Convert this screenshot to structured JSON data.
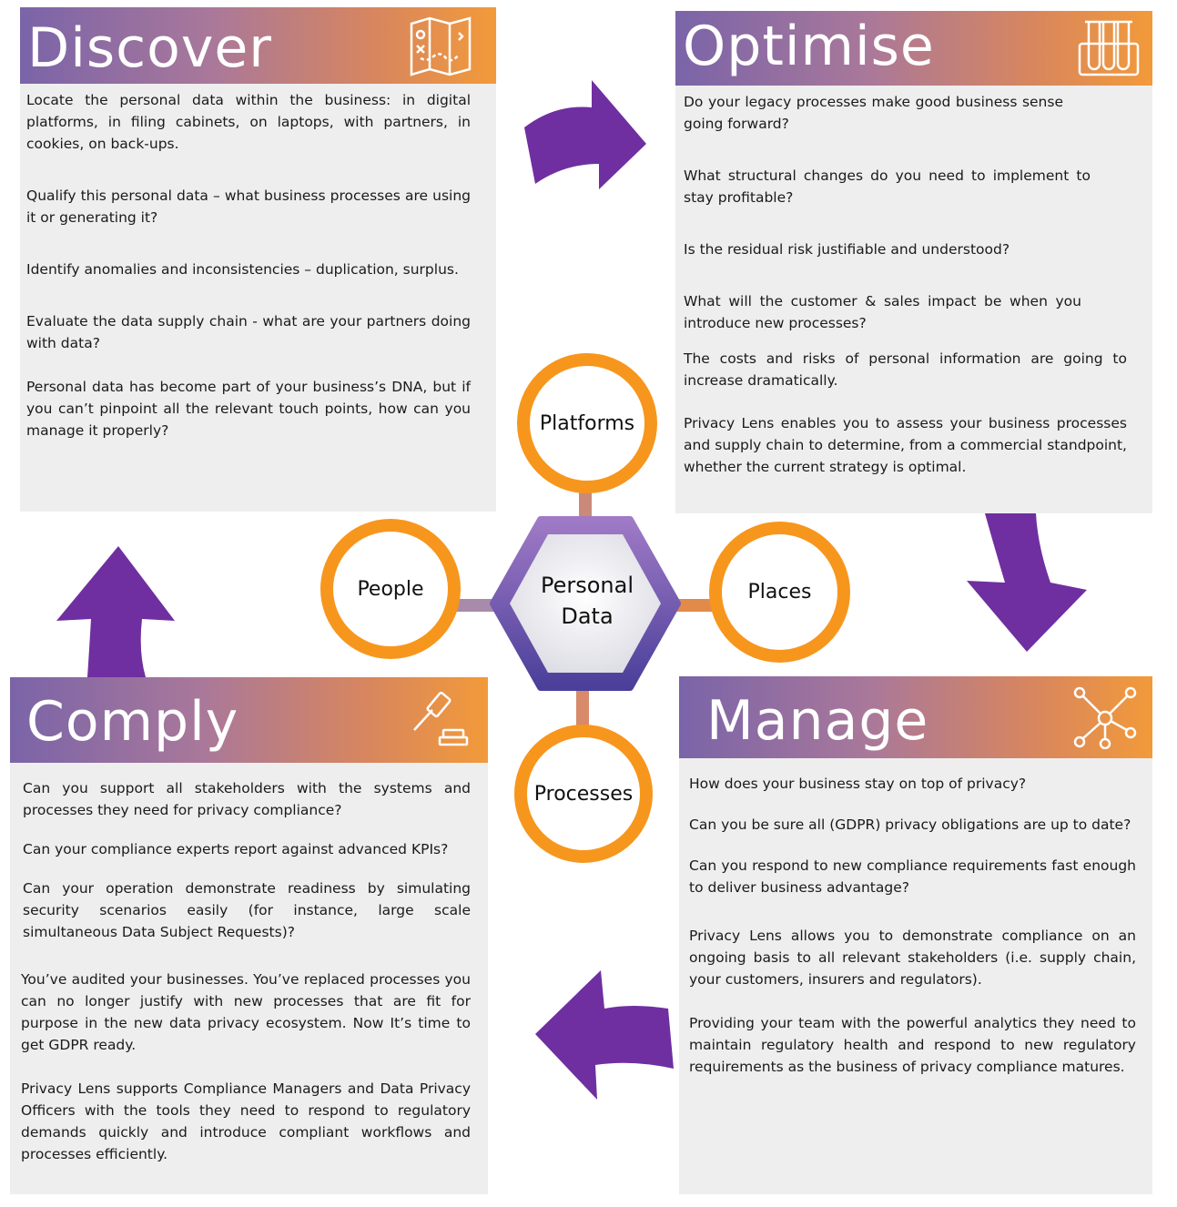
{
  "panels": {
    "discover": {
      "title": "Discover",
      "icon": "map-icon",
      "paragraphs": [
        "Locate the personal data within the business: in digital platforms, in filing cabinets, on laptops, with partners, in cookies, on back-ups.",
        "Qualify this personal data – what business processes are using it or generating it?",
        "Identify anomalies and inconsistencies – duplication, surplus.",
        "Evaluate the data supply chain - what are your partners doing with data?",
        "Personal data has become part of your business’s DNA, but if you can’t pinpoint all the relevant touch points, how can you manage it properly?"
      ]
    },
    "optimise": {
      "title": "Optimise",
      "icon": "test-tubes-icon",
      "paragraphs": [
        "Do your legacy processes make good business sense going forward?",
        "What structural changes do you need to implement to stay profitable?",
        "Is the residual risk justifiable and understood?",
        "What will the customer & sales impact be when you introduce new processes?",
        "The costs and risks of personal information are going to increase dramatically.",
        "Privacy Lens enables you to assess your business processes and supply chain to determine, from a commercial standpoint, whether the current strategy is optimal."
      ]
    },
    "comply": {
      "title": "Comply",
      "icon": "gavel-icon",
      "paragraphs": [
        "Can you support all stakeholders with the systems and processes they need for privacy compliance?",
        "Can your compliance experts report against advanced KPIs?",
        "Can your operation demonstrate readiness by simulating security scenarios easily (for instance, large scale simultaneous Data Subject Requests)?",
        "You’ve audited your businesses. You’ve replaced processes you can no longer justify with new processes that are fit for purpose in the new data privacy ecosystem.  Now It’s time to get GDPR ready.",
        "Privacy Lens supports Compliance Managers and Data Privacy Officers with the tools they need to respond to regulatory demands quickly and introduce compliant workflows and processes efficiently."
      ]
    },
    "manage": {
      "title": "Manage",
      "icon": "network-icon",
      "paragraphs": [
        "How does your business stay on top of privacy?",
        "Can you be sure all (GDPR) privacy obligations are up to date?",
        "Can you respond to new compliance requirements fast enough to deliver business advantage?",
        "Privacy Lens allows you to demonstrate compliance on an ongoing basis to all relevant stakeholders (i.e. supply chain, your customers, insurers and regulators).",
        "Providing your team with the powerful analytics they need to maintain regulatory health and respond to new regulatory requirements as the business of privacy compliance matures."
      ]
    }
  },
  "hub": {
    "center_line1": "Personal",
    "center_line2": "Data",
    "platforms": "Platforms",
    "people": "People",
    "places": "Places",
    "processes": "Processes"
  },
  "colors": {
    "arrow": "#6f2fa0",
    "ring": "#f7961d",
    "panel_bg": "#efeeef",
    "header_start": "#7a64a8",
    "header_end": "#f29a3a"
  }
}
